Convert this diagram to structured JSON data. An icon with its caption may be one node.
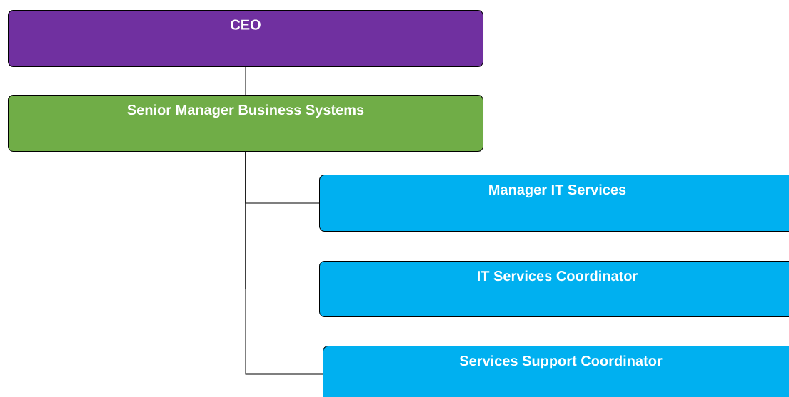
{
  "diagram": {
    "nodes": [
      {
        "text": [
          "CEO"
        ]
      },
      {
        "text": [
          "Senior Manager Business Systems"
        ]
      },
      {
        "text": [
          "Manager IT Services"
        ]
      },
      {
        "text": [
          "IT Services Coordinator"
        ]
      },
      {
        "text": [
          "Services Support Coordinator"
        ]
      }
    ],
    "edges": [
      {
        "from": 0,
        "to": 1,
        "arrow": "none"
      },
      {
        "from": 1,
        "to": 2,
        "arrow": "none"
      },
      {
        "from": 1,
        "to": 3,
        "arrow": "none"
      },
      {
        "from": 1,
        "to": 4,
        "arrow": "none"
      }
    ]
  }
}
